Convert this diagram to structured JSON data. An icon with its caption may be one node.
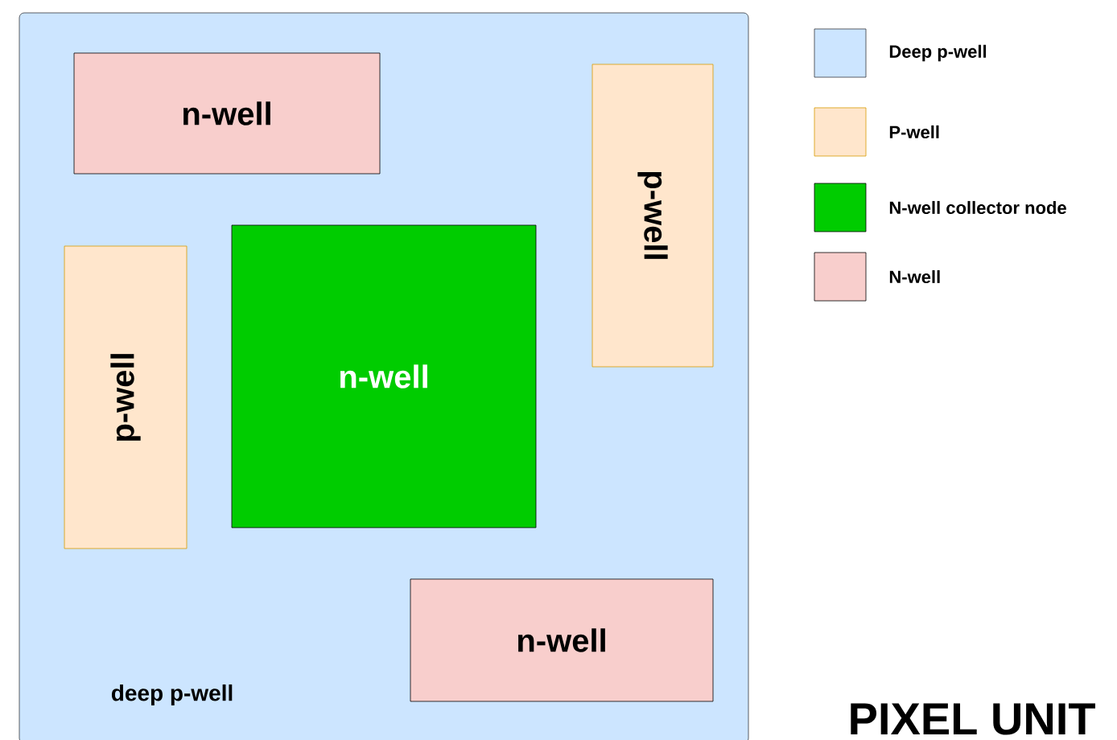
{
  "diagram": {
    "nodes": [
      {
        "text": [
          "deep p-well"
        ]
      },
      {
        "text": [
          "n-well"
        ],
        "in": 0
      },
      {
        "text": [
          "p-well"
        ],
        "in": 0
      },
      {
        "text": [
          "p-well"
        ],
        "in": 0
      },
      {
        "text": [
          "n-well"
        ],
        "in": 0
      },
      {
        "text": [
          "n-well"
        ],
        "in": 0
      }
    ],
    "edges": [],
    "labels": [
      "PIXEL UNIT"
    ],
    "legend": [
      {
        "text": "Deep p-well",
        "color": "#cce5ff"
      },
      {
        "text": "P-well",
        "color": "#ffe6cc"
      },
      {
        "text": "N-well collector node",
        "color": "#00cc00"
      },
      {
        "text": "N-well",
        "color": "#f8cecc"
      }
    ]
  }
}
